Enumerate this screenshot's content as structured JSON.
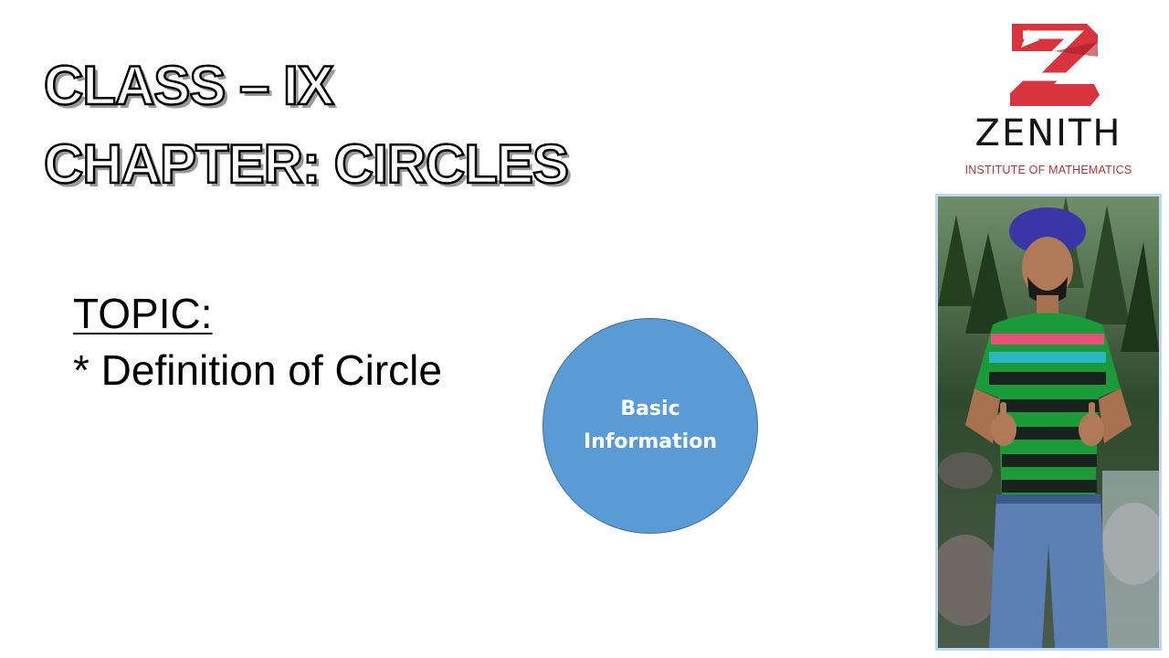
{
  "slide": {
    "title_line_1": "CLASS – IX",
    "title_line_2": "CHAPTER: CIRCLES",
    "topic_heading": "TOPIC:",
    "topic_item": "* Definition of Circle"
  },
  "circle": {
    "line_1": "Basic",
    "line_2": "Information",
    "fill_color": "#5b9bd5"
  },
  "logo": {
    "name": "ZENITH",
    "subtitle": "INSTITUTE OF MATHEMATICS",
    "brand_color": "#d8343e"
  },
  "photo": {
    "subject": "presenter-photo"
  }
}
